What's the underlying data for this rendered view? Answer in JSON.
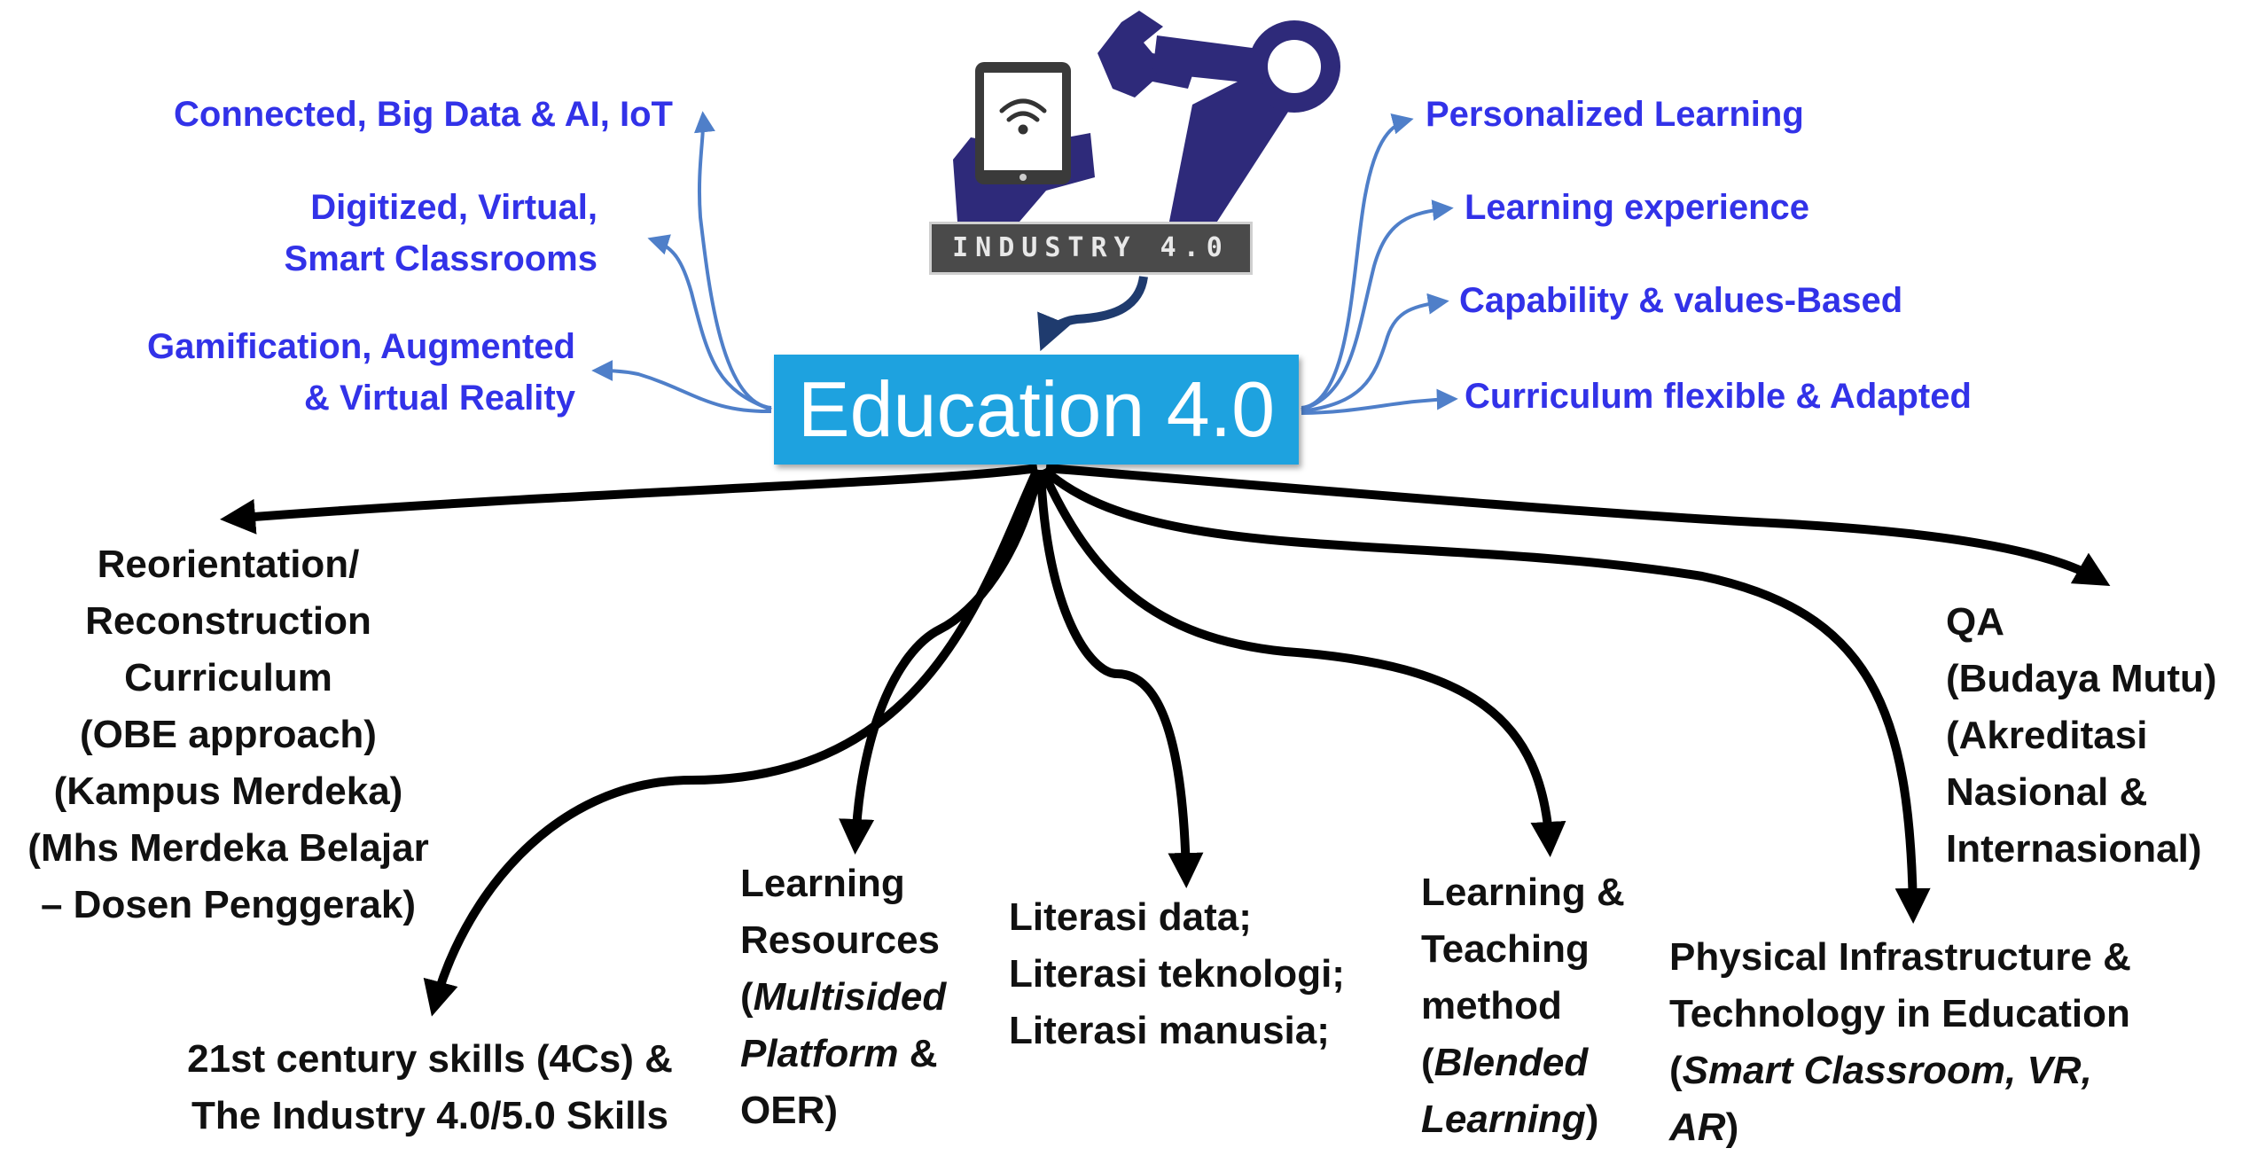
{
  "logo": {
    "badge_text": "INDUSTRY 4.0"
  },
  "central": {
    "title": "Education 4.0"
  },
  "left_items": [
    {
      "lines": [
        "Connected, Big Data & AI, IoT"
      ]
    },
    {
      "lines": [
        "Digitized, Virtual,",
        "Smart Classrooms"
      ]
    },
    {
      "lines": [
        "Gamification, Augmented",
        "& Virtual Reality"
      ]
    }
  ],
  "right_items": [
    {
      "lines": [
        "Personalized Learning"
      ]
    },
    {
      "lines": [
        "Learning experience"
      ]
    },
    {
      "lines": [
        "Capability & values-Based"
      ]
    },
    {
      "lines": [
        "Curriculum flexible & Adapted"
      ]
    }
  ],
  "bottom": {
    "curriculum": [
      "Reorientation/",
      "Reconstruction",
      "Curriculum",
      "(OBE approach)",
      "(Kampus Merdeka)",
      "(Mhs Merdeka Belajar",
      "– Dosen Penggerak)"
    ],
    "skills": [
      "21st century skills (4Cs) &",
      "The Industry 4.0/5.0 Skills"
    ],
    "resources": {
      "l1": "Learning",
      "l2": "Resources",
      "l3_open": "(",
      "l3_italic": "Multisided",
      "l4_italic": "Platform",
      "l4_rest": " &",
      "l5": "OER)"
    },
    "literacy": [
      "Literasi data;",
      "Literasi teknologi;",
      "Literasi manusia;"
    ],
    "teaching": {
      "l1": "Learning &",
      "l2": "Teaching",
      "l3": "method",
      "l4_open": "(",
      "l4_italic": "Blended",
      "l5_italic": "Learning",
      "l5_close": ")"
    },
    "infrastructure": {
      "l1": "Physical Infrastructure &",
      "l2": "Technology in Education",
      "l3_open": "(",
      "l3_italic": "Smart Classroom, VR,",
      "l4_italic": "AR",
      "l4_close": ")"
    },
    "qa": [
      "QA",
      "(Budaya Mutu)",
      "(Akreditasi",
      "Nasional &",
      "Internasional)"
    ]
  },
  "colors": {
    "central_fill": "#1ea2df",
    "blue_text": "#3232e8",
    "blue_arrow": "#4f7fc9",
    "robot_arm": "#2e2a7a",
    "black_arrow": "#000000"
  }
}
